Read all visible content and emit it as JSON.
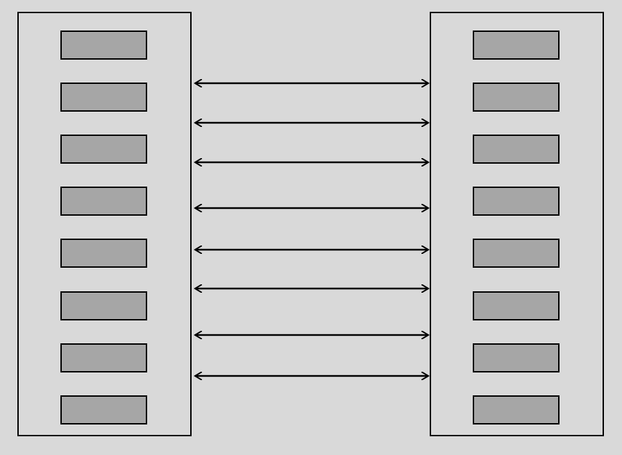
{
  "colors": {
    "background": "#d9d9d9",
    "slot_fill": "#a6a6a6",
    "stroke": "#000000"
  },
  "left_panel": {
    "slot_count": 8
  },
  "right_panel": {
    "slot_count": 8
  },
  "connectors": {
    "count": 8,
    "style": "double-headed-arrow"
  }
}
